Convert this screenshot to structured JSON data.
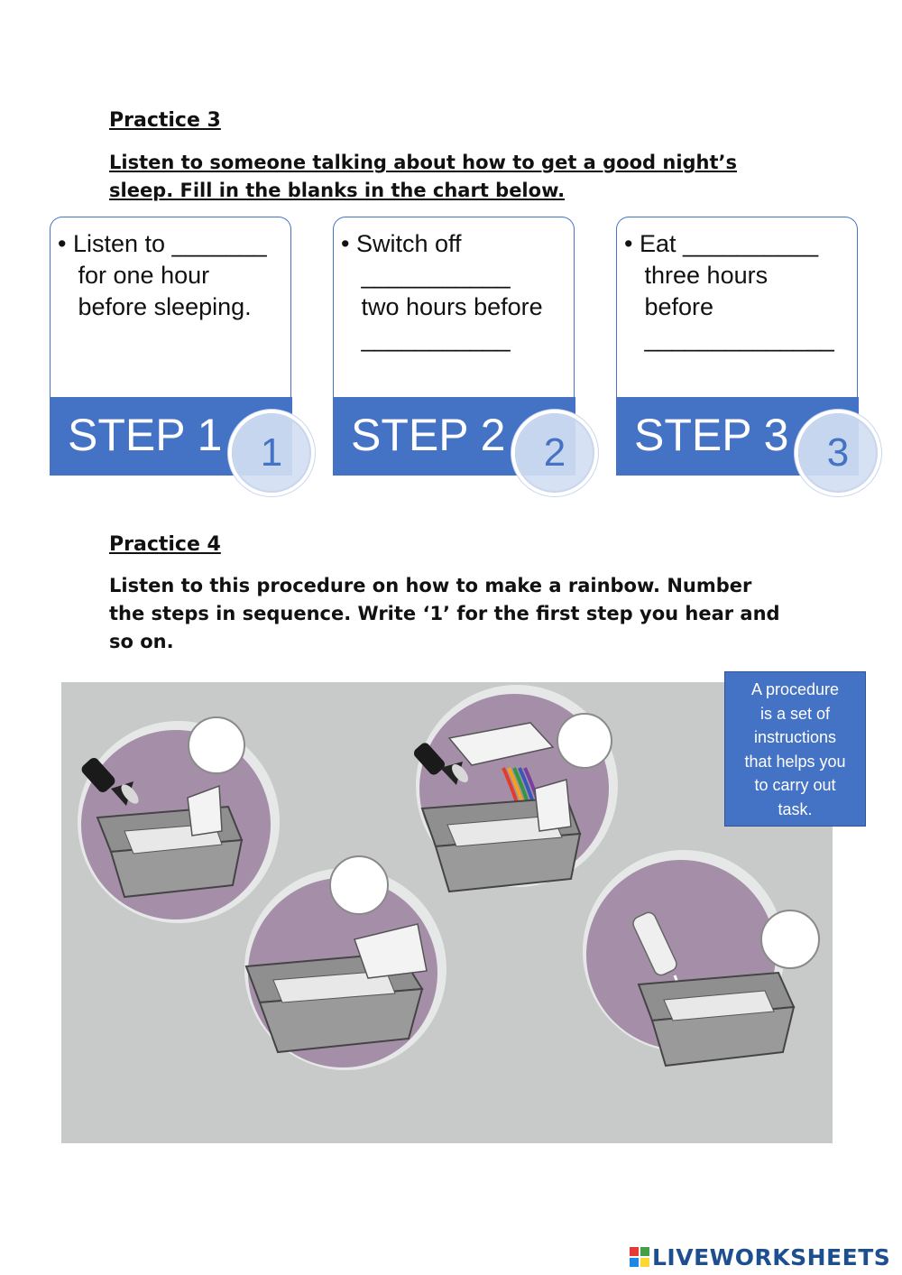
{
  "practice3": {
    "title": "Practice 3",
    "instruction_line1": "Listen to someone talking about how to get a good night’s",
    "instruction_line2": "sleep. Fill in the blanks in the chart below."
  },
  "steps": [
    {
      "lines": [
        "• Listen to _______",
        "   for one hour",
        "   before sleeping."
      ],
      "label": "STEP 1",
      "number": "1"
    },
    {
      "lines": [
        "• Switch off",
        "   ___________",
        "   two hours before",
        "   ___________"
      ],
      "label": "STEP 2",
      "number": "2"
    },
    {
      "lines": [
        "• Eat __________",
        "   three hours",
        "   before",
        "   ______________"
      ],
      "label": "STEP 3",
      "number": "3"
    }
  ],
  "practice4": {
    "title": "Practice 4",
    "instruction_line1": "Listen to this procedure on how to make a rainbow. Number",
    "instruction_line2": "the steps in sequence. Write ‘1’ for the first step you hear and",
    "instruction_line3": "so on."
  },
  "note": {
    "lines": [
      "A procedure",
      "is a set of",
      "instructions",
      "that helps you",
      "to carry out",
      "task."
    ]
  },
  "footer": {
    "brand": "LIVEWORKSHEETS"
  },
  "colors": {
    "accent_blue": "#4472c4",
    "scene_background": "#c7c9c9",
    "scene_circle": "#a58fa8"
  }
}
